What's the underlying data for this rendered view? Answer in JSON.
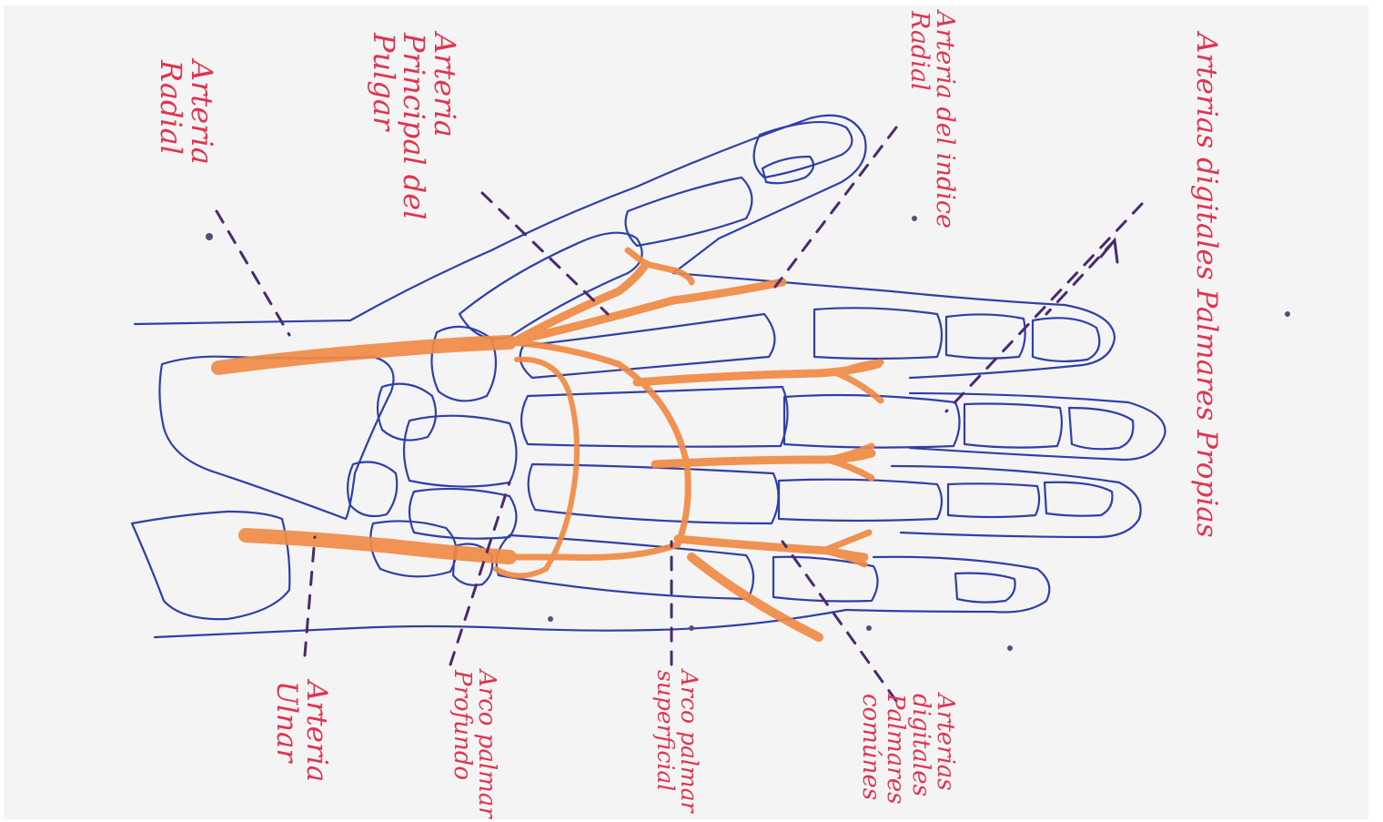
{
  "diagram": {
    "labels": {
      "propias": "Arterias digitales Palmares Propias",
      "indice": "Arteria del indice\nRadial",
      "pulgar": "Arteria\nPrincipal del\nPulgar",
      "radial": "Arteria\nRadial",
      "comunes": "Arterias\ndigitales\nPalmares\ncomúnes",
      "superficial": "Arco palmar\nsuperficial",
      "profundo": "Arco palmar\nProfundo",
      "ulnar": "Arteria\nUlnar"
    },
    "colors": {
      "paper": "#f4f4f5",
      "outline_ink": "#2f3fa8",
      "artery": "#f08a45",
      "label_ink": "#e0344f",
      "leader": "#4a2a6e"
    }
  }
}
